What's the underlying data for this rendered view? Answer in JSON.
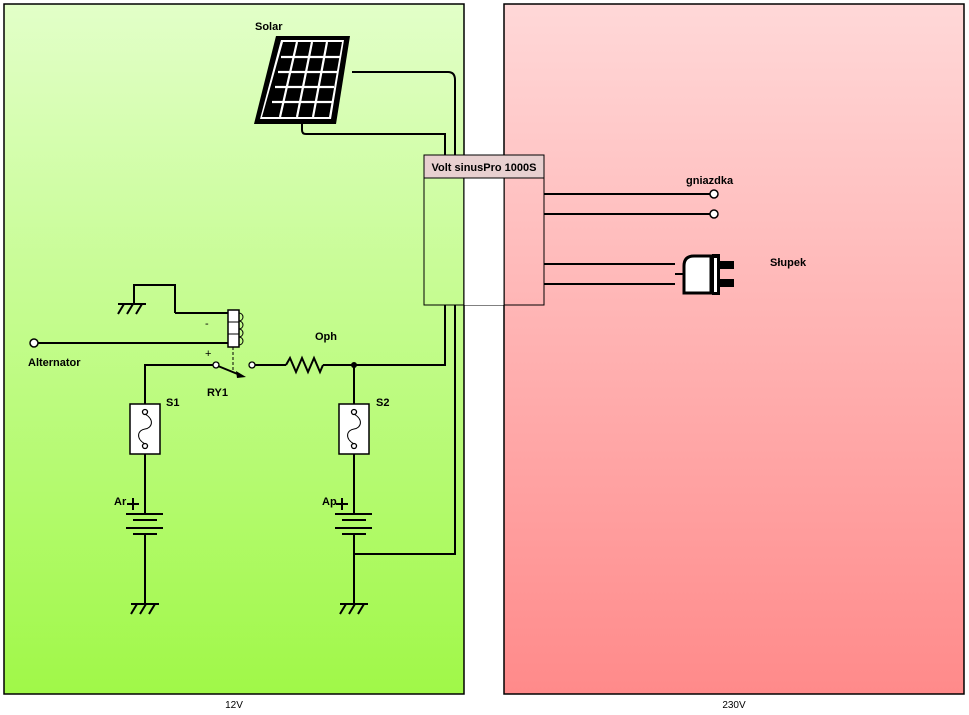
{
  "zones": {
    "low_voltage": {
      "label": "12V",
      "gradient_top": "#e2ffc8",
      "gradient_bottom": "#a0f848"
    },
    "high_voltage": {
      "label": "230V",
      "gradient_top": "#ffd8d8",
      "gradient_bottom": "#ff8a8a"
    }
  },
  "components": {
    "solar": {
      "label": "Solar"
    },
    "inverter": {
      "label": "Volt sinusPro 1000S",
      "header_color": "#e8d0d0"
    },
    "socket": {
      "label": "gniazdka"
    },
    "plug": {
      "label": "Słupek"
    },
    "alternator": {
      "label": "Alternator"
    },
    "relay": {
      "label": "RY1",
      "minus": "-",
      "plus": "+"
    },
    "resistor": {
      "label": "Oph"
    },
    "fuse_1": {
      "label": "S1"
    },
    "fuse_2": {
      "label": "S2"
    },
    "battery_1": {
      "label": "Ar"
    },
    "battery_2": {
      "label": "Ap"
    }
  }
}
